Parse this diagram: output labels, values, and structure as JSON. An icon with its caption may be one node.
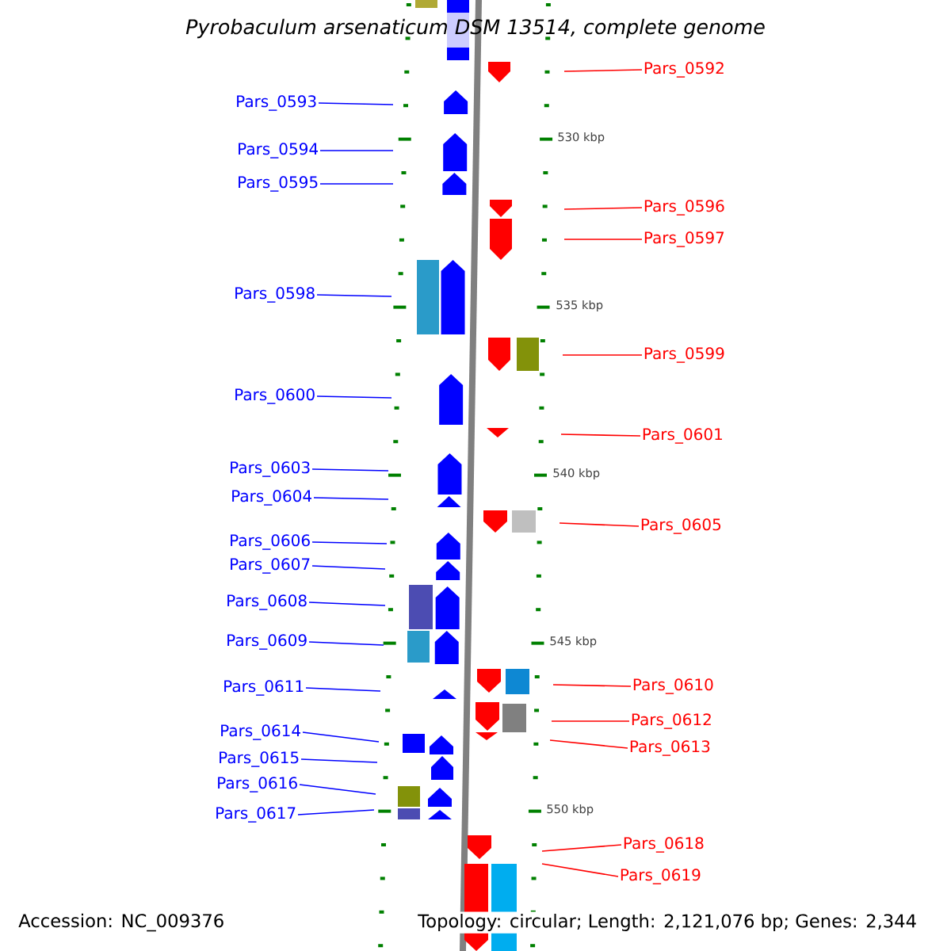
{
  "diagram": {
    "title": "Pyrobaculum arsenaticum DSM 13514, complete genome",
    "nodes": [
      {
        "text": [
          "Pars_0592"
        ]
      },
      {
        "text": [
          "Pars_0593"
        ]
      },
      {
        "text": [
          "Pars_0594"
        ]
      },
      {
        "text": [
          "Pars_0595"
        ]
      },
      {
        "text": [
          "Pars_0596"
        ]
      },
      {
        "text": [
          "Pars_0597"
        ]
      },
      {
        "text": [
          "Pars_0598"
        ]
      },
      {
        "text": [
          "Pars_0599"
        ]
      },
      {
        "text": [
          "Pars_0600"
        ]
      },
      {
        "text": [
          "Pars_0601"
        ]
      },
      {
        "text": [
          "Pars_0603"
        ]
      },
      {
        "text": [
          "Pars_0604"
        ]
      },
      {
        "text": [
          "Pars_0605"
        ]
      },
      {
        "text": [
          "Pars_0606"
        ]
      },
      {
        "text": [
          "Pars_0607"
        ]
      },
      {
        "text": [
          "Pars_0608"
        ]
      },
      {
        "text": [
          "Pars_0609"
        ]
      },
      {
        "text": [
          "Pars_0610"
        ]
      },
      {
        "text": [
          "Pars_0611"
        ]
      },
      {
        "text": [
          "Pars_0612"
        ]
      },
      {
        "text": [
          "Pars_0613"
        ]
      },
      {
        "text": [
          "Pars_0614"
        ]
      },
      {
        "text": [
          "Pars_0615"
        ]
      },
      {
        "text": [
          "Pars_0616"
        ]
      },
      {
        "text": [
          "Pars_0617"
        ]
      },
      {
        "text": [
          "Pars_0618"
        ]
      },
      {
        "text": [
          "Pars_0619"
        ]
      }
    ],
    "edges": [
      {
        "from": 0,
        "to": null,
        "arrow": "none",
        "color": "#ff0000"
      },
      {
        "from": 1,
        "to": null,
        "arrow": "none"
      },
      {
        "from": 2,
        "to": null,
        "arrow": "none"
      },
      {
        "from": 3,
        "to": null,
        "arrow": "none"
      },
      {
        "from": 4,
        "to": null,
        "arrow": "none",
        "color": "#ff0000"
      },
      {
        "from": 5,
        "to": null,
        "arrow": "none",
        "color": "#ff0000"
      },
      {
        "from": 6,
        "to": null,
        "arrow": "none"
      },
      {
        "from": 7,
        "to": null,
        "arrow": "none",
        "color": "#ff0000"
      },
      {
        "from": 8,
        "to": null,
        "arrow": "none"
      },
      {
        "from": 9,
        "to": null,
        "arrow": "none",
        "color": "#ff0000"
      },
      {
        "from": 10,
        "to": null,
        "arrow": "none"
      },
      {
        "from": 11,
        "to": null,
        "arrow": "none"
      },
      {
        "from": 12,
        "to": null,
        "arrow": "none",
        "color": "#ff0000"
      },
      {
        "from": 13,
        "to": null,
        "arrow": "none"
      },
      {
        "from": 14,
        "to": null,
        "arrow": "none"
      },
      {
        "from": 15,
        "to": null,
        "arrow": "none"
      },
      {
        "from": 16,
        "to": null,
        "arrow": "none"
      },
      {
        "from": 17,
        "to": null,
        "arrow": "none",
        "color": "#ff0000"
      },
      {
        "from": 18,
        "to": null,
        "arrow": "none"
      },
      {
        "from": 19,
        "to": null,
        "arrow": "none",
        "color": "#ff0000"
      },
      {
        "from": 20,
        "to": null,
        "arrow": "none",
        "color": "#ff0000"
      },
      {
        "from": 21,
        "to": null,
        "arrow": "none"
      },
      {
        "from": 22,
        "to": null,
        "arrow": "none"
      },
      {
        "from": 23,
        "to": null,
        "arrow": "none"
      },
      {
        "from": 24,
        "to": null,
        "arrow": "none"
      },
      {
        "from": 25,
        "to": null,
        "arrow": "none",
        "color": "#ff0000"
      },
      {
        "from": 26,
        "to": null,
        "arrow": "none",
        "color": "#ff0000"
      }
    ],
    "labels": [
      "530 kbp",
      "535 kbp",
      "540 kbp",
      "545 kbp",
      "550 kbp",
      "Accession: NC_009376",
      "Topology: circular; Length: 2,121,076 bp; Genes: 2,344"
    ]
  }
}
